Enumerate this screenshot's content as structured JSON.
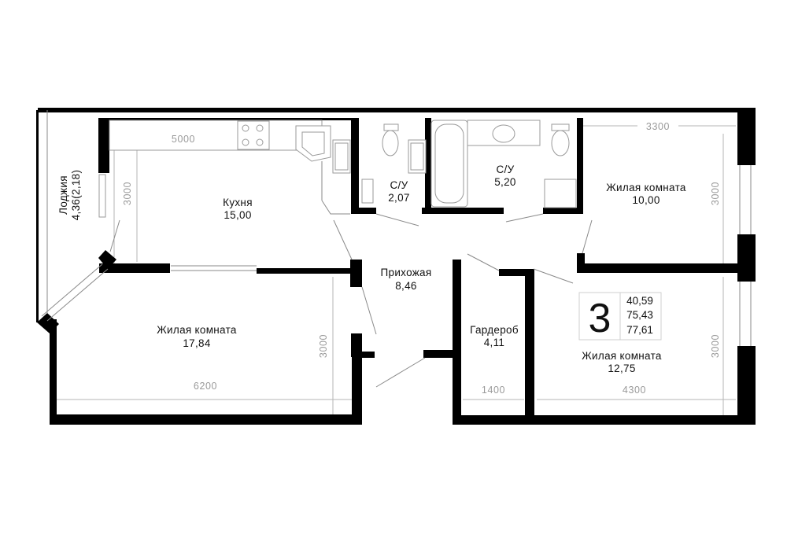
{
  "rooms": {
    "kitchen": {
      "name": "Кухня",
      "area": "15,00"
    },
    "wc_small": {
      "name": "С/У",
      "area": "2,07"
    },
    "wc_large": {
      "name": "С/У",
      "area": "5,20"
    },
    "bedroom_ne": {
      "name": "Жилая комната",
      "area": "10,00"
    },
    "hall": {
      "name": "Прихожая",
      "area": "8,46"
    },
    "living_big": {
      "name": "Жилая комната",
      "area": "17,84"
    },
    "wardrobe": {
      "name": "Гардероб",
      "area": "4,11"
    },
    "bedroom_se": {
      "name": "Жилая комната",
      "area": "12,75"
    },
    "loggia": {
      "name": "Лоджия",
      "area": "4,36(2,18)"
    }
  },
  "dimensions": {
    "kitchen_width": "5000",
    "kitchen_depth": "3000",
    "bedroom_ne_width": "3300",
    "bedroom_ne_depth": "3000",
    "living_width": "6200",
    "living_depth": "3000",
    "wardrobe_width": "1400",
    "bedroom_se_width": "4300",
    "bedroom_se_depth": "3000"
  },
  "summary": {
    "rooms_count": "3",
    "area_1": "40,59",
    "area_2": "75,43",
    "area_3": "77,61"
  }
}
